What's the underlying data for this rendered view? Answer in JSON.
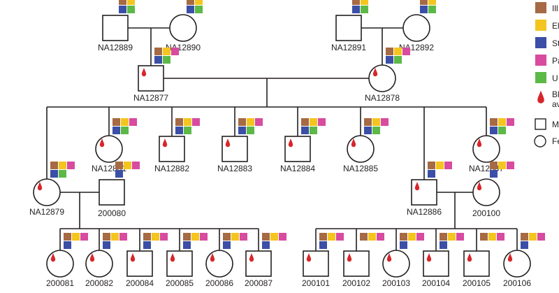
{
  "colors": {
    "line": "#231f20",
    "brown": "#a66a44",
    "yellow": "#f4c51f",
    "blue": "#3b4fa7",
    "pink": "#d84b9f",
    "green": "#5cb947",
    "blood": "#d7262b"
  },
  "legend": [
    {
      "kind": "square",
      "color": "brown",
      "label": "Ill"
    },
    {
      "kind": "square",
      "color": "yellow",
      "label": "El"
    },
    {
      "kind": "square",
      "color": "blue",
      "label": "St"
    },
    {
      "kind": "square",
      "color": "pink",
      "label": "Pa"
    },
    {
      "kind": "square",
      "color": "green",
      "label": "U"
    },
    {
      "kind": "drop",
      "color": "blood",
      "label": "Bl",
      "label2": "av"
    },
    {
      "kind": "male-symbol",
      "label": "M"
    },
    {
      "kind": "female-symbol",
      "label": "Fe"
    }
  ],
  "individuals": [
    {
      "id": "NA12889",
      "sex": "male",
      "tags": [
        "brown",
        "yellow",
        "blue",
        "green"
      ],
      "blood": false
    },
    {
      "id": "NA12890",
      "sex": "female",
      "tags": [
        "brown",
        "yellow",
        "blue",
        "green"
      ],
      "blood": false
    },
    {
      "id": "NA12891",
      "sex": "male",
      "tags": [
        "brown",
        "yellow",
        "blue",
        "green"
      ],
      "blood": false
    },
    {
      "id": "NA12892",
      "sex": "female",
      "tags": [
        "brown",
        "yellow",
        "blue",
        "green"
      ],
      "blood": false
    },
    {
      "id": "NA12877",
      "sex": "male",
      "tags": [
        "brown",
        "yellow",
        "pink",
        "blue",
        "green"
      ],
      "blood": true
    },
    {
      "id": "NA12878",
      "sex": "female",
      "tags": [
        "brown",
        "yellow",
        "pink",
        "blue",
        "green"
      ],
      "blood": true
    },
    {
      "id": "NA12881",
      "sex": "female",
      "tags": [
        "brown",
        "yellow",
        "pink",
        "blue",
        "green"
      ],
      "blood": true
    },
    {
      "id": "NA12882",
      "sex": "male",
      "tags": [
        "brown",
        "yellow",
        "pink",
        "blue",
        "green"
      ],
      "blood": true
    },
    {
      "id": "NA12883",
      "sex": "male",
      "tags": [
        "brown",
        "yellow",
        "pink",
        "blue",
        "green"
      ],
      "blood": true
    },
    {
      "id": "NA12884",
      "sex": "male",
      "tags": [
        "brown",
        "yellow",
        "pink",
        "blue",
        "green"
      ],
      "blood": true
    },
    {
      "id": "NA12885",
      "sex": "female",
      "tags": [
        "brown",
        "yellow",
        "pink",
        "blue",
        "green"
      ],
      "blood": true
    },
    {
      "id": "NA12887",
      "sex": "female",
      "tags": [
        "brown",
        "yellow",
        "pink",
        "blue",
        "green"
      ],
      "blood": true
    },
    {
      "id": "NA12879",
      "sex": "female",
      "tags": [
        "brown",
        "yellow",
        "pink",
        "blue",
        "green"
      ],
      "blood": true
    },
    {
      "id": "200080",
      "sex": "male",
      "tags": [
        "brown",
        "yellow",
        "pink",
        "blue"
      ],
      "blood": false
    },
    {
      "id": "NA12886",
      "sex": "male",
      "tags": [
        "brown",
        "yellow",
        "pink",
        "blue"
      ],
      "blood": true
    },
    {
      "id": "200100",
      "sex": "female",
      "tags": [
        "brown",
        "yellow",
        "pink",
        "blue"
      ],
      "blood": true
    },
    {
      "id": "200081",
      "sex": "female",
      "tags": [
        "brown",
        "yellow",
        "pink",
        "blue"
      ],
      "blood": true
    },
    {
      "id": "200082",
      "sex": "female",
      "tags": [
        "brown",
        "yellow",
        "pink",
        "blue"
      ],
      "blood": true
    },
    {
      "id": "200084",
      "sex": "male",
      "tags": [
        "brown",
        "yellow",
        "pink",
        "blue"
      ],
      "blood": true
    },
    {
      "id": "200085",
      "sex": "male",
      "tags": [
        "brown",
        "yellow",
        "pink",
        "blue"
      ],
      "blood": true
    },
    {
      "id": "200086",
      "sex": "female",
      "tags": [
        "brown",
        "yellow",
        "pink",
        "blue"
      ],
      "blood": true
    },
    {
      "id": "200087",
      "sex": "male",
      "tags": [
        "brown",
        "yellow",
        "pink",
        "blue"
      ],
      "blood": true
    },
    {
      "id": "200101",
      "sex": "male",
      "tags": [
        "brown",
        "yellow",
        "pink",
        "blue"
      ],
      "blood": true
    },
    {
      "id": "200102",
      "sex": "male",
      "tags": [
        "brown",
        "yellow",
        "pink"
      ],
      "blood": true
    },
    {
      "id": "200103",
      "sex": "female",
      "tags": [
        "brown",
        "yellow",
        "pink",
        "blue"
      ],
      "blood": true
    },
    {
      "id": "200104",
      "sex": "male",
      "tags": [
        "brown",
        "yellow",
        "pink",
        "blue"
      ],
      "blood": true
    },
    {
      "id": "200105",
      "sex": "male",
      "tags": [
        "brown",
        "yellow",
        "pink"
      ],
      "blood": true
    },
    {
      "id": "200106",
      "sex": "female",
      "tags": [
        "brown",
        "yellow",
        "pink",
        "blue"
      ],
      "blood": true
    }
  ]
}
